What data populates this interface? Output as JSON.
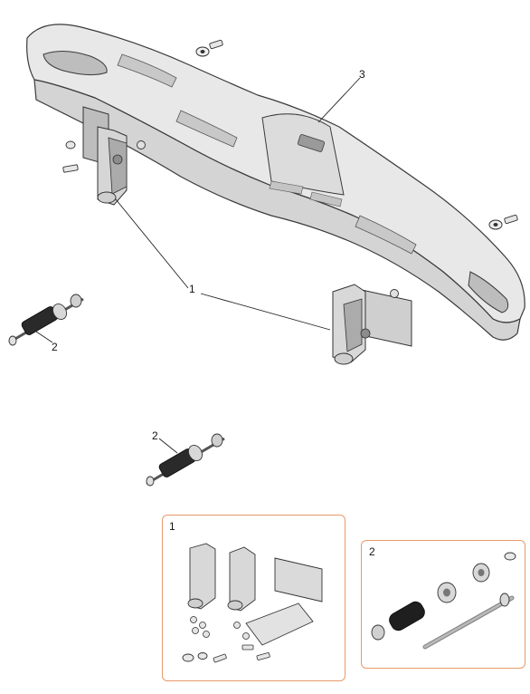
{
  "callouts": {
    "frame": "3",
    "bracket": "1",
    "shock_absorber_a": "2",
    "shock_absorber_b": "2"
  },
  "detail_panels": {
    "bracket_kit": {
      "number": "1"
    },
    "shock_kit": {
      "number": "2"
    }
  },
  "colors": {
    "part_fill": "#e6e6e6",
    "part_shadow": "#c9c9c9",
    "part_dark": "#8c8c8c",
    "outline": "#3a3a3a",
    "rubber": "#2a2a2a",
    "panel_border": "#e89a6a"
  },
  "icons": {
    "bolt": "bolt-icon",
    "washer": "washer-icon",
    "nut": "nut-icon"
  }
}
